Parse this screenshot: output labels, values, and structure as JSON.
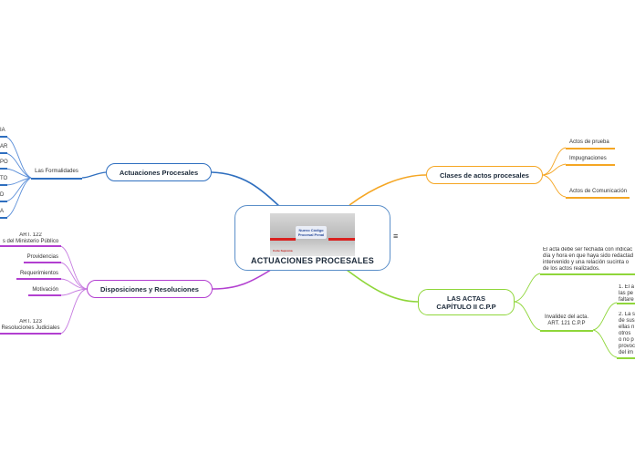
{
  "central": {
    "title": "ACTUACIONES PROCESALES",
    "image_badge": "Nuevo Código Procesal Penal",
    "image_logo": "Corte Suprema"
  },
  "actuaciones": {
    "label": "Actuaciones Procesales",
    "formalidades": {
      "label": "Las Formalidades",
      "items": [
        "IA",
        "AR",
        "PO",
        "TO",
        "D",
        "A"
      ]
    }
  },
  "disposiciones": {
    "label": "Disposiciones y Resoluciones",
    "items": [
      "ART. 122\ns del Ministerio Público",
      "Providencias",
      "Requerimientos",
      "Motivación",
      "ART. 123\nResoluciones Judiciales"
    ]
  },
  "clases": {
    "label": "Clases de actos procesales",
    "items": [
      "Actos de prueba",
      "Impugnaciones",
      "Actos de Comunicación"
    ]
  },
  "actas": {
    "label": "LAS ACTAS\nCAPÍTULO II C.P.P",
    "description": "El acta debe ser fechada con indicac día y hora en que haya sido redactad intervenido y una relación sucinta o de los actos realizados.",
    "invalidez": {
      "label": "Invalidez del acta.\nART. 121 C.P.P",
      "items": [
        "1. El a las pe faltare",
        "2. La s de sus ellas n otros o no p provoc del im"
      ]
    }
  },
  "icons": {
    "menu": "menu-icon"
  },
  "colors": {
    "central_border": "#5b8fc9",
    "actuaciones": "#2f6fbf",
    "formalidades": "#5b8fd9",
    "disposiciones": "#b23fd0",
    "disposiciones_light": "#c67be0",
    "clases": "#f5a623",
    "actas": "#8fd63a"
  }
}
